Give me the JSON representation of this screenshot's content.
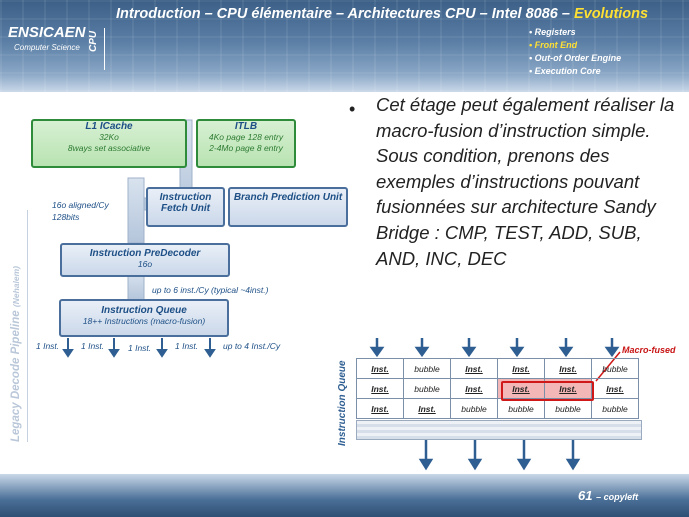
{
  "brand": {
    "name": "ENSICAEN",
    "sub": "Computer Science"
  },
  "header": {
    "title_main": "Introduction – CPU élémentaire – Architectures CPU – Intel 8086 – ",
    "title_highlight": "Evolutions",
    "cpu_label": "CPU",
    "menu": [
      {
        "label": "Registers",
        "active": false
      },
      {
        "label": "Front End",
        "active": true
      },
      {
        "label": "Out-of Order Engine",
        "active": false
      },
      {
        "label": "Execution Core",
        "active": false
      }
    ]
  },
  "bullet": {
    "text": "Cet étage peut également réaliser la macro-fusion d’instruction simple. Sous condition, prenons des exemples d’instructions pouvant fusionnées sur architecture Sandy Bridge : CMP, TEST, ADD, SUB, AND, INC, DEC"
  },
  "diagram": {
    "l1": {
      "title": "L1 ICache",
      "size": "32Ko",
      "assoc": "8ways set associative"
    },
    "itlb": {
      "title": "ITLB",
      "line1": "4Ko page 128 entry",
      "line2": "2-4Mo page 8 entry"
    },
    "fetch": {
      "title": "Instruction Fetch Unit"
    },
    "branch": {
      "title": "Branch Prediction Unit"
    },
    "aligned_note": "16o aligned/Cy",
    "bits_note": "128bits",
    "predecoder": {
      "title": "Instruction PreDecoder",
      "sub": "16o"
    },
    "predecoder_note": "up to 6 inst./Cy (typical ~4inst.)",
    "queue": {
      "title": "Instruction Queue",
      "sub": "18++ Instructions (macro-fusion)"
    },
    "inst_labels": [
      "1 Inst.",
      "1 Inst.",
      "1 Inst.",
      "1 Inst."
    ],
    "queue_note": "up to 4 Inst./Cy",
    "vertical_label": "Legacy Decode Pipeline",
    "vertical_sub": "(Nehalem)"
  },
  "queue_table": {
    "label": "Instruction Queue",
    "macro_fused_label": "Macro-fused",
    "rows": [
      [
        "Inst.",
        "bubble",
        "Inst.",
        "Inst.",
        "Inst.",
        "bubble"
      ],
      [
        "Inst.",
        "bubble",
        "Inst.",
        "Inst.",
        "Inst.",
        "Inst."
      ],
      [
        "Inst.",
        "Inst.",
        "bubble",
        "bubble",
        "bubble",
        "bubble"
      ]
    ],
    "fused_cells": [
      [
        1,
        3
      ],
      [
        1,
        4
      ]
    ]
  },
  "footer": {
    "page": "61",
    "suffix": "– copyleft"
  },
  "colors": {
    "header": "#4a6f97",
    "highlight": "#ffe033",
    "green_box": "#2e8b3a",
    "blue_box": "#4a6f9c",
    "fused": "#d01818"
  }
}
